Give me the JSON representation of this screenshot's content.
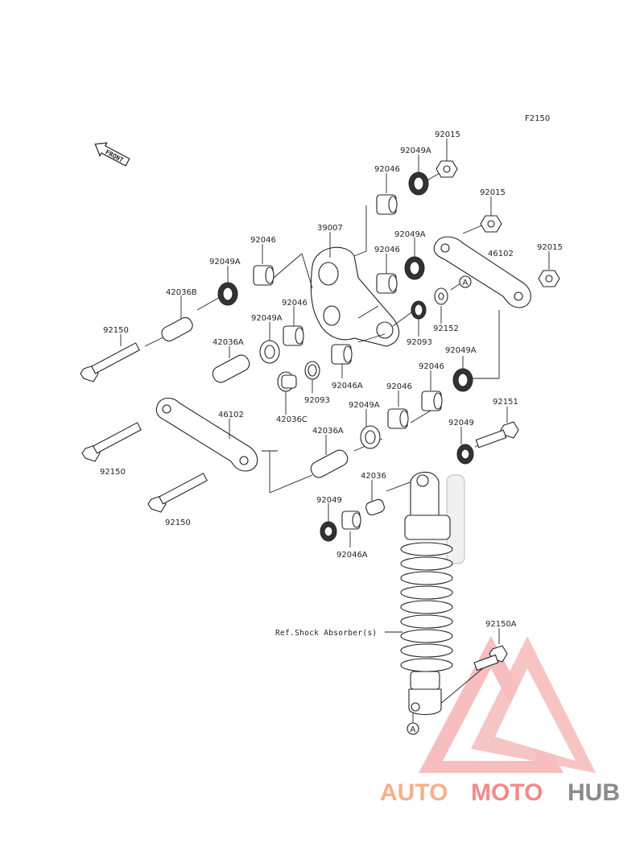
{
  "diagram_code": "F2150",
  "front_label": "FRONT",
  "reference_label": "Ref.Shock Absorber(s)",
  "callout_letter": "A",
  "watermark": {
    "part1": "AUTO",
    "part2": "MOTO",
    "part3": "HUB",
    "color1": "#f5b08a",
    "color2": "#f08a8a",
    "color3": "#8a8a8a"
  },
  "part_labels": {
    "p92015_top": "92015",
    "p92049A_top": "92049A",
    "p92046_top": "92046",
    "p92015_mid": "92015",
    "p92015_right": "92015",
    "p46102_right": "46102",
    "p39007": "39007",
    "p92049A_center": "92049A",
    "p92046_left": "92046",
    "p92049A_left": "92049A",
    "p92046_center": "92046",
    "p42036B": "42036B",
    "p92046_inner": "92046",
    "p92049A_inner": "92049A",
    "p92152": "92152",
    "p92150_a": "92150",
    "p92093_right": "92093",
    "p42036A_left": "42036A",
    "p92049A_right": "92049A",
    "p92046A_center": "92046A",
    "p92046_right": "92046",
    "p92093_left": "92093",
    "p42036C": "42036C",
    "p92049A_lower": "92049A",
    "p92046_lower": "92046",
    "p92151": "92151",
    "p46102_left": "46102",
    "p92049_right": "92049",
    "p42036A_lower": "42036A",
    "p92150_b": "92150",
    "p42036": "42036",
    "p92049_left": "92049",
    "p92150_c": "92150",
    "p92046A_lower": "92046A",
    "p92150A": "92150A"
  }
}
